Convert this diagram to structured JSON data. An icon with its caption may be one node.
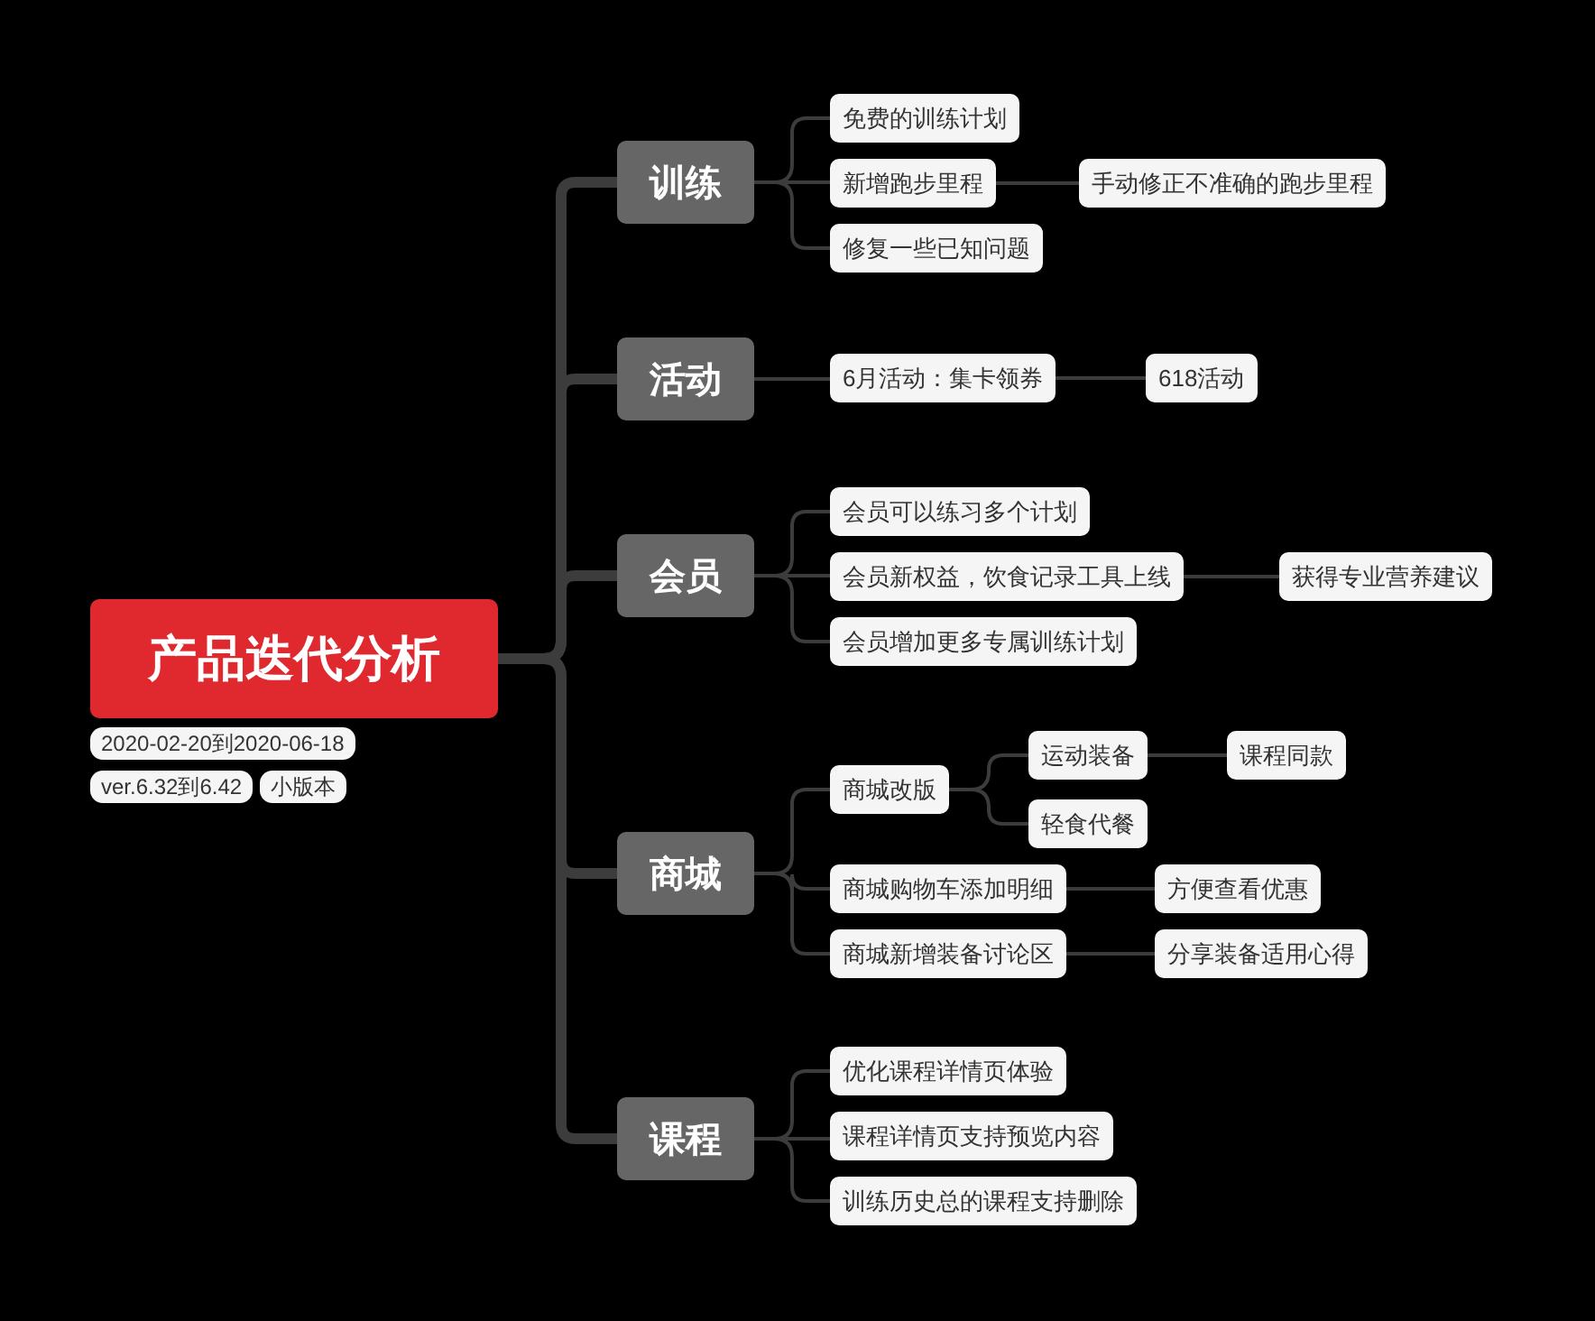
{
  "diagram": {
    "nodes": [
      {
        "text": [
          "产品迭代分析"
        ],
        "beside": [
          "2020-02-20到2020-06-18",
          "ver.6.32到6.42",
          "小版本"
        ]
      },
      {
        "text": [
          "训练"
        ]
      },
      {
        "text": [
          "免费的训练计划"
        ]
      },
      {
        "text": [
          "新增跑步里程"
        ]
      },
      {
        "text": [
          "手动修正不准确的跑步里程"
        ]
      },
      {
        "text": [
          "修复一些已知问题"
        ]
      },
      {
        "text": [
          "活动"
        ]
      },
      {
        "text": [
          "6月活动：集卡领券"
        ]
      },
      {
        "text": [
          "618活动"
        ]
      },
      {
        "text": [
          "会员"
        ]
      },
      {
        "text": [
          "会员可以练习多个计划"
        ]
      },
      {
        "text": [
          "会员新权益，饮食记录工具上线"
        ]
      },
      {
        "text": [
          "获得专业营养建议"
        ]
      },
      {
        "text": [
          "会员增加更多专属训练计划"
        ]
      },
      {
        "text": [
          "商城"
        ]
      },
      {
        "text": [
          "商城改版"
        ]
      },
      {
        "text": [
          "运动装备"
        ]
      },
      {
        "text": [
          "课程同款"
        ]
      },
      {
        "text": [
          "轻食代餐"
        ]
      },
      {
        "text": [
          "商城购物车添加明细"
        ]
      },
      {
        "text": [
          "方便查看优惠"
        ]
      },
      {
        "text": [
          "商城新增装备讨论区"
        ]
      },
      {
        "text": [
          "分享装备适用心得"
        ]
      },
      {
        "text": [
          "课程"
        ]
      },
      {
        "text": [
          "优化课程详情页体验"
        ]
      },
      {
        "text": [
          "课程详情页支持预览内容"
        ]
      },
      {
        "text": [
          "训练历史总的课程支持删除"
        ]
      }
    ],
    "edges": [
      {
        "from": 0,
        "to": 1,
        "arrow": "none",
        "style": "thick"
      },
      {
        "from": 0,
        "to": 6,
        "arrow": "none",
        "style": "thick"
      },
      {
        "from": 0,
        "to": 9,
        "arrow": "none",
        "style": "thick"
      },
      {
        "from": 0,
        "to": 14,
        "arrow": "none",
        "style": "thick"
      },
      {
        "from": 0,
        "to": 23,
        "arrow": "none",
        "style": "thick"
      },
      {
        "from": 1,
        "to": 2,
        "arrow": "none"
      },
      {
        "from": 1,
        "to": 3,
        "arrow": "none"
      },
      {
        "from": 1,
        "to": 5,
        "arrow": "none"
      },
      {
        "from": 3,
        "to": 4,
        "arrow": "none"
      },
      {
        "from": 6,
        "to": 7,
        "arrow": "none"
      },
      {
        "from": 7,
        "to": 8,
        "arrow": "none"
      },
      {
        "from": 9,
        "to": 10,
        "arrow": "none"
      },
      {
        "from": 9,
        "to": 11,
        "arrow": "none"
      },
      {
        "from": 9,
        "to": 13,
        "arrow": "none"
      },
      {
        "from": 11,
        "to": 12,
        "arrow": "none"
      },
      {
        "from": 14,
        "to": 15,
        "arrow": "none"
      },
      {
        "from": 14,
        "to": 19,
        "arrow": "none"
      },
      {
        "from": 14,
        "to": 21,
        "arrow": "none"
      },
      {
        "from": 15,
        "to": 16,
        "arrow": "none"
      },
      {
        "from": 15,
        "to": 18,
        "arrow": "none"
      },
      {
        "from": 16,
        "to": 17,
        "arrow": "none"
      },
      {
        "from": 19,
        "to": 20,
        "arrow": "none"
      },
      {
        "from": 21,
        "to": 22,
        "arrow": "none"
      },
      {
        "from": 23,
        "to": 24,
        "arrow": "none"
      },
      {
        "from": 23,
        "to": 25,
        "arrow": "none"
      },
      {
        "from": 23,
        "to": 26,
        "arrow": "none"
      }
    ]
  }
}
